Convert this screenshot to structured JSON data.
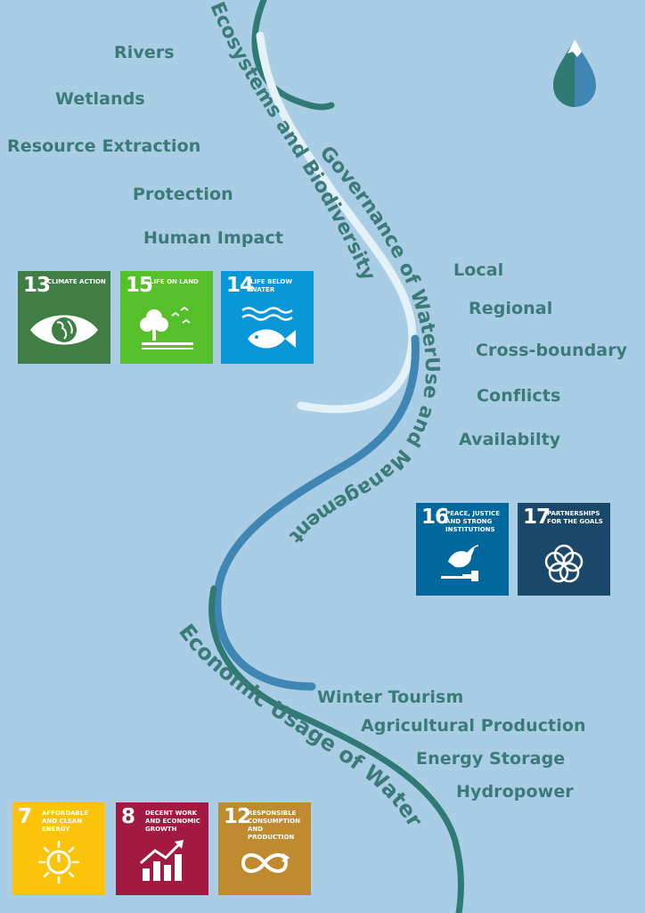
{
  "curve_titles": {
    "ecosystems": "Ecosystems and Biodiversity",
    "governance": "Governance of WaterUse and Management",
    "economic": "Economic  Usage of Water"
  },
  "ecosystem_keywords": [
    "Rivers",
    "Wetlands",
    "Resource Extraction",
    "Protection",
    "Human Impact"
  ],
  "governance_keywords": [
    "Local",
    "Regional",
    "Cross-boundary",
    "Conflicts",
    "Availabilty"
  ],
  "economic_keywords": [
    "Winter Tourism",
    "Agricultural Production",
    "Energy Storage",
    "Hydropower"
  ],
  "sdg_tiles": [
    {
      "number": "13",
      "label": "CLIMATE ACTION",
      "color": "#3f7e44",
      "icon": "eye-globe-icon"
    },
    {
      "number": "15",
      "label": "LIFE ON LAND",
      "color": "#56c02b",
      "icon": "tree-birds-icon"
    },
    {
      "number": "14",
      "label": "LIFE BELOW WATER",
      "color": "#0a97d9",
      "icon": "fish-waves-icon"
    },
    {
      "number": "16",
      "label": "PEACE, JUSTICE AND STRONG INSTITUTIONS",
      "color": "#00689d",
      "icon": "dove-gavel-icon"
    },
    {
      "number": "17",
      "label": "PARTNERSHIPS FOR THE GOALS",
      "color": "#19486a",
      "icon": "interlocking-rings-icon"
    },
    {
      "number": "7",
      "label": "AFFORDABLE AND CLEAN ENERGY",
      "color": "#fcc30b",
      "icon": "sun-power-icon"
    },
    {
      "number": "8",
      "label": "DECENT WORK AND ECONOMIC GROWTH",
      "color": "#a21942",
      "icon": "growth-chart-icon"
    },
    {
      "number": "12",
      "label": "RESPONSIBLE CONSUMPTION AND PRODUCTION",
      "color": "#bf8b2e",
      "icon": "infinity-icon"
    }
  ],
  "colors": {
    "background": "#a9cde5",
    "keyword_text": "#3b7a78",
    "river_dark": "#2f7a74",
    "river_blue": "#3f86b4",
    "river_light": "#e3f1f8"
  }
}
